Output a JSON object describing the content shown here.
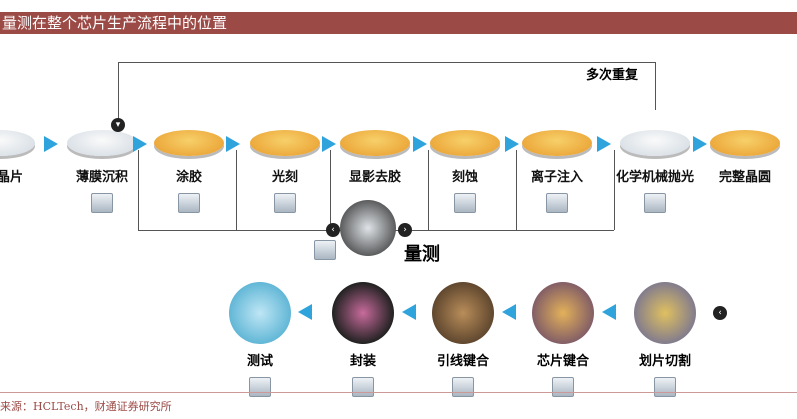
{
  "title": "量测在整个芯片生产流程中的位置",
  "repeat_label": "多次重复",
  "top_steps": [
    "晶片",
    "薄膜沉积",
    "涂胶",
    "光刻",
    "显影去胶",
    "刻蚀",
    "离子注入",
    "化学机械抛光",
    "完整晶圆"
  ],
  "metrology": "量测",
  "bottom_steps": [
    "测试",
    "封装",
    "引线键合",
    "芯片键合",
    "划片切割"
  ],
  "source": "来源：HCLTech，财通证券研究所",
  "colors": {
    "title_bg": "#9b4a46",
    "arrow": "#2ea3dc"
  }
}
